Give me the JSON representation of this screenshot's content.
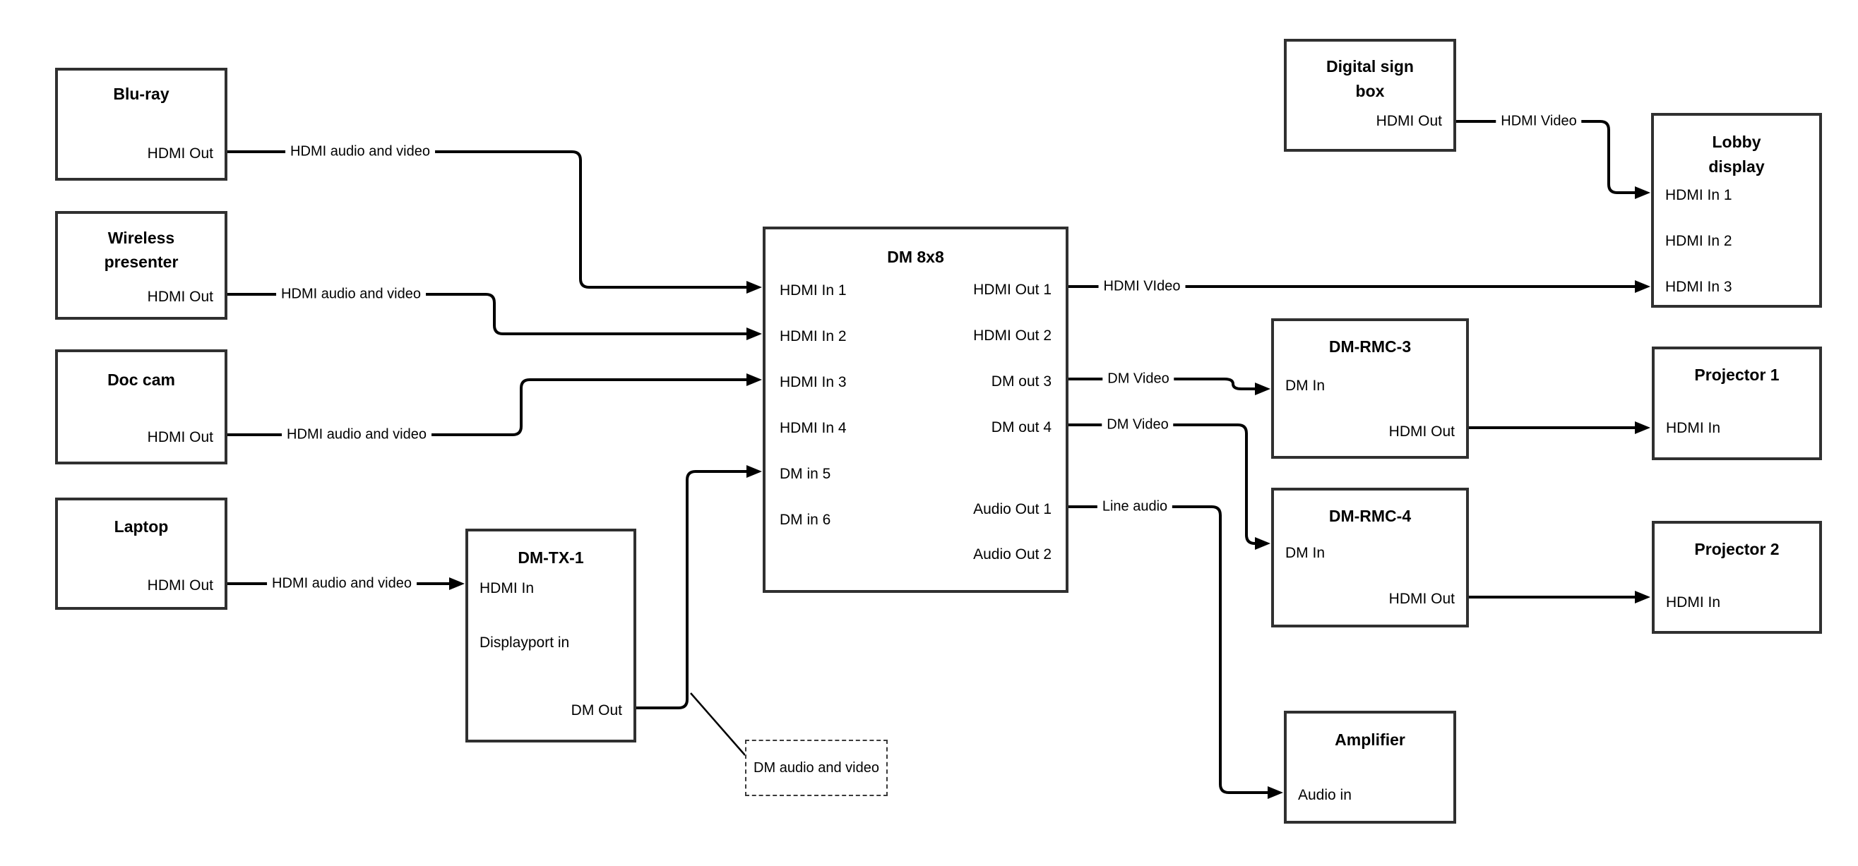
{
  "nodes": {
    "bluray": {
      "title": "Blu-ray",
      "port_out": "HDMI Out"
    },
    "wireless": {
      "title": "Wireless presenter",
      "port_out": "HDMI Out"
    },
    "doccam": {
      "title": "Doc cam",
      "port_out": "HDMI Out"
    },
    "laptop": {
      "title": "Laptop",
      "port_out": "HDMI Out"
    },
    "dmtx1": {
      "title": "DM-TX-1",
      "port_hdmi_in": "HDMI In",
      "port_dp_in": "Displayport in",
      "port_dm_out": "DM Out"
    },
    "dm8x8": {
      "title": "DM 8x8",
      "inputs": [
        "HDMI In 1",
        "HDMI In 2",
        "HDMI In 3",
        "HDMI In 4",
        "DM in 5",
        "DM in 6"
      ],
      "outputs": [
        "HDMI Out 1",
        "HDMI Out 2",
        "DM out 3",
        "DM out 4",
        "Audio Out 1",
        "Audio Out 2"
      ]
    },
    "digitalsign": {
      "title": "Digital sign box",
      "port_out": "HDMI Out"
    },
    "lobby": {
      "title": "Lobby display",
      "inputs": [
        "HDMI In 1",
        "HDMI In 2",
        "HDMI In 3"
      ]
    },
    "dmrmc3": {
      "title": "DM-RMC-3",
      "port_in": "DM In",
      "port_out": "HDMI Out"
    },
    "proj1": {
      "title": "Projector 1",
      "port_in": "HDMI In"
    },
    "dmrmc4": {
      "title": "DM-RMC-4",
      "port_in": "DM In",
      "port_out": "HDMI Out"
    },
    "proj2": {
      "title": "Projector 2",
      "port_in": "HDMI In"
    },
    "amplifier": {
      "title": "Amplifier",
      "port_in": "Audio in"
    }
  },
  "edge_labels": {
    "bluray_to_dm8x8": "HDMI audio and video",
    "wireless_to_dm8x8": "HDMI audio and video",
    "doccam_to_dm8x8": "HDMI audio and video",
    "laptop_to_dmtx1": "HDMI audio and video",
    "hdmiout1_to_lobby": "HDMI VIdeo",
    "dmout3_to_dmrmc3": "DM Video",
    "dmout4_to_dmrmc4": "DM Video",
    "audioout1_to_amp": "Line audio",
    "sign_to_lobby": "HDMI Video"
  },
  "note": {
    "text": "DM audio and video"
  },
  "colors": {
    "line": "#000000",
    "box_border": "#303030",
    "text": "#000000",
    "background": "#ffffff"
  }
}
